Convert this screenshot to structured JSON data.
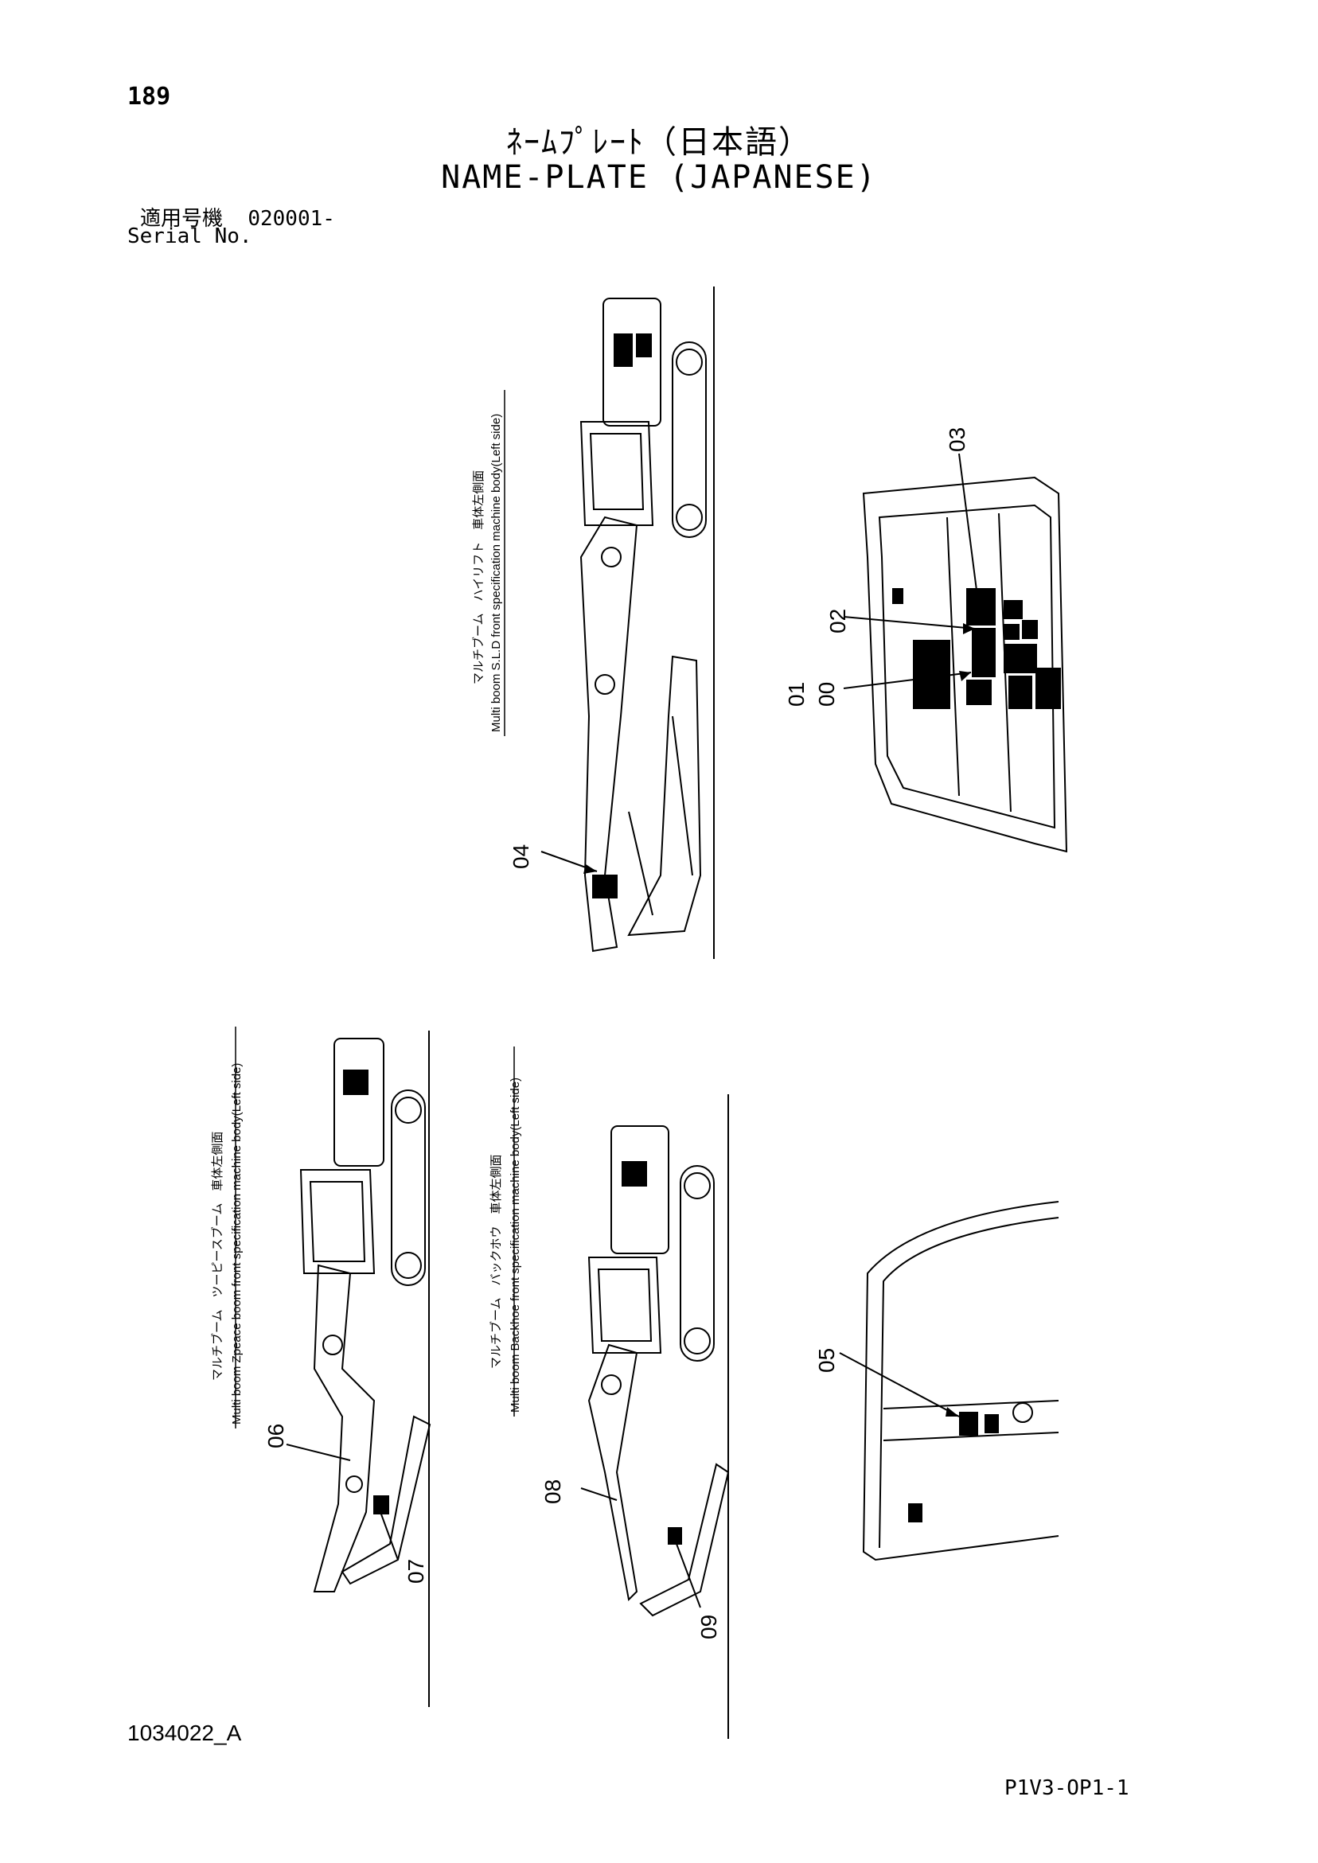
{
  "page_number": "189",
  "title_jp": "ﾈｰﾑﾌﾟﾚｰﾄ（日本語）",
  "title_en": "NAME-PLATE (JAPANESE)",
  "serial_label_jp": "適用号機",
  "serial_value": "020001-",
  "serial_label_en": "Serial No.",
  "views": {
    "sld": {
      "label_jp": "マルチブーム　ハイリフト　車体左側面",
      "label_en": "Multi boom S.L.D front specification machine body(Left side)"
    },
    "zpeace": {
      "label_jp": "マルチブーム　ツーピースブーム　車体左側面",
      "label_en": "Multi boom Zpeace boom front specification machine body(Left side)"
    },
    "backhoe": {
      "label_jp": "マルチブーム　バックホウ　車体左側面",
      "label_en": "Multi boom Backhoe front specification machine body(Left side)"
    }
  },
  "callouts": {
    "c00": "00",
    "c01": "01",
    "c02": "02",
    "c03": "03",
    "c04": "04",
    "c05": "05",
    "c06": "06",
    "c07": "07",
    "c08": "08",
    "c09": "09"
  },
  "footer_code": "1034022_A",
  "footer_page": "P1V3-OP1-1"
}
